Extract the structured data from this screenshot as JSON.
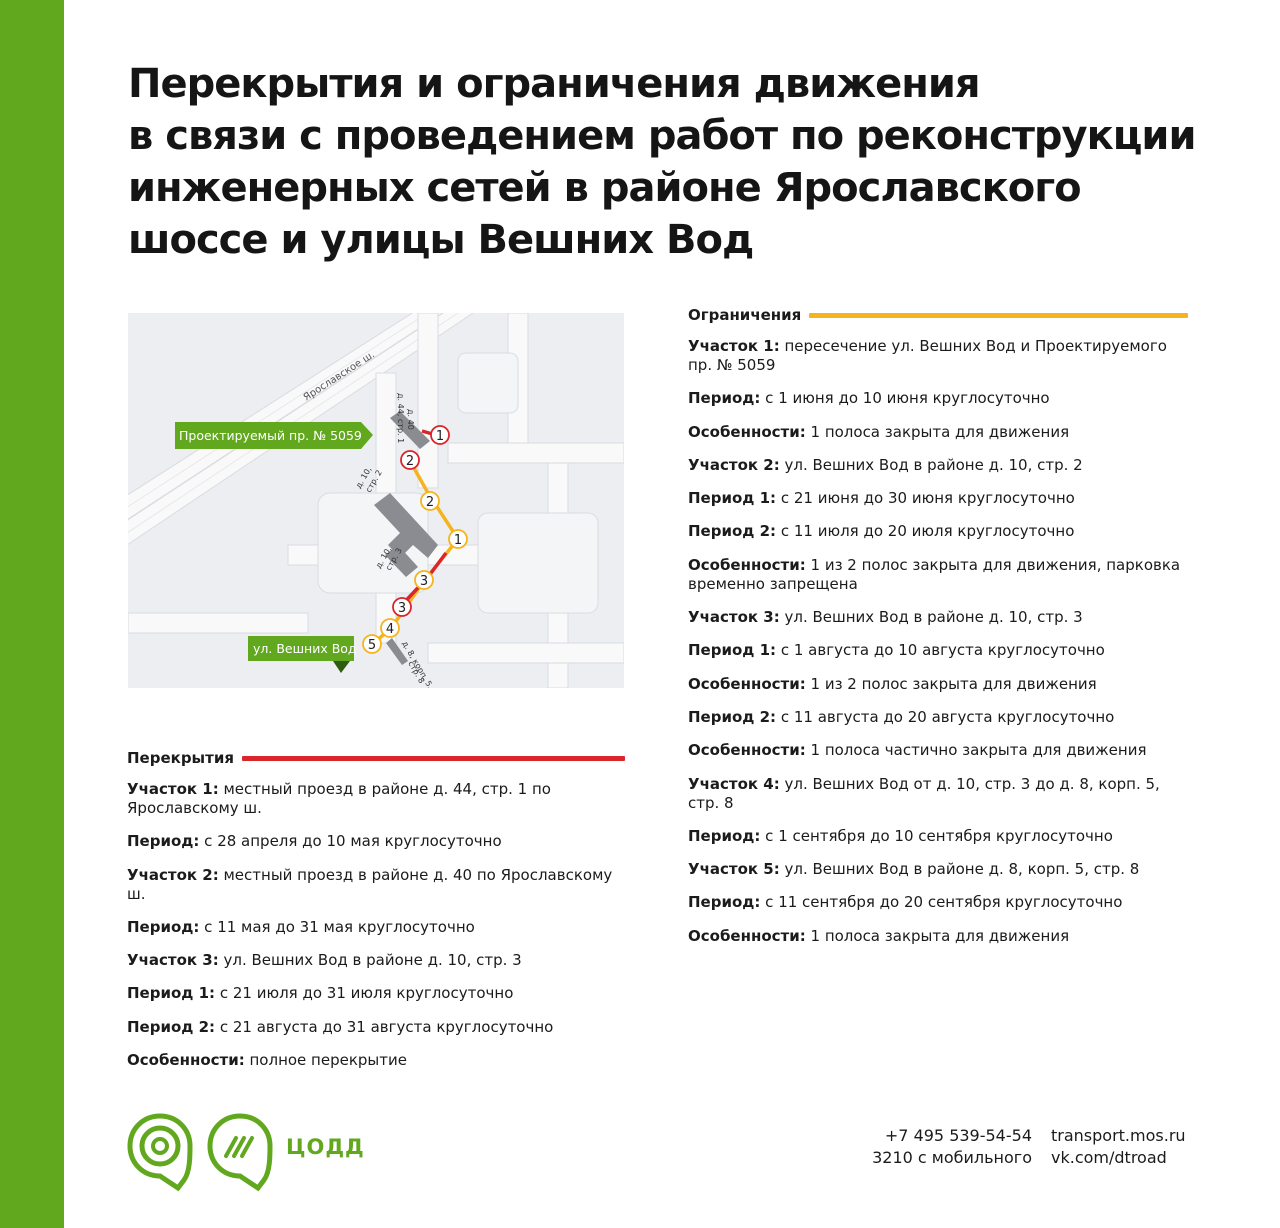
{
  "title_lines": [
    "Перекрытия и ограничения движения",
    "в связи с проведением работ по реконструкции",
    "инженерных сетей в районе Ярославского",
    "шоссе и улицы Вешних Вод"
  ],
  "map": {
    "road_label": "Ярославское ш.",
    "callout_projected": "Проектируемый пр. № 5059",
    "callout_street": "ул. Вешних Вод",
    "building_44": "д. 44, стр. 1",
    "building_40": "д. 40",
    "building_10_2a": "д. 10,",
    "building_10_2b": "стр. 2",
    "building_10_3a": "д. 10,",
    "building_10_3b": "стр. 3",
    "building_8a": "д. 8, корп. 5,",
    "building_8b": "стр. 8",
    "markers": {
      "red_1": "1",
      "red_2": "2",
      "red_3": "3",
      "yellow_1": "1",
      "yellow_2": "2",
      "yellow_3": "3",
      "yellow_4": "4",
      "yellow_5": "5"
    },
    "colors": {
      "closure": "#d8262c",
      "restriction": "#f5b41e",
      "brand": "#62a81f"
    }
  },
  "closures": {
    "heading": "Перекрытия",
    "entries": [
      {
        "label": "Участок 1:",
        "text": " местный проезд в районе д. 44, стр. 1 по Ярославскому ш."
      },
      {
        "label": "Период:",
        "text": " с 28 апреля до 10 мая круглосуточно"
      },
      {
        "label": "Участок 2:",
        "text": " местный проезд в районе д. 40 по Ярославскому ш."
      },
      {
        "label": "Период:",
        "text": " с 11 мая до 31 мая круглосуточно"
      },
      {
        "label": "Участок 3:",
        "text": " ул. Вешних Вод в районе д. 10, стр. 3"
      },
      {
        "label": "Период 1:",
        "text": " с 21 июля до 31 июля круглосуточно"
      },
      {
        "label": "Период 2:",
        "text": " с 21 августа до 31 августа круглосуточно"
      },
      {
        "label": "Особенности:",
        "text": " полное перекрытие"
      }
    ]
  },
  "restrictions": {
    "heading": "Ограничения",
    "entries": [
      {
        "label": "Участок 1:",
        "text": " пересечение ул. Вешних Вод и Проектируемого пр. № 5059"
      },
      {
        "label": "Период:",
        "text": " с 1 июня до 10 июня круглосуточно"
      },
      {
        "label": "Особенности:",
        "text": " 1 полоса закрыта для движения"
      },
      {
        "label": "Участок 2:",
        "text": " ул. Вешних Вод в районе д. 10, стр. 2"
      },
      {
        "label": "Период 1:",
        "text": " с 21 июня до 30 июня круглосуточно"
      },
      {
        "label": "Период 2:",
        "text": " с 11 июля до 20 июля круглосуточно"
      },
      {
        "label": "Особенности:",
        "text": " 1 из 2 полос закрыта для движения, парковка временно запрещена"
      },
      {
        "label": "Участок 3:",
        "text": " ул. Вешних Вод в районе д. 10, стр. 3"
      },
      {
        "label": "Период 1:",
        "text": " с 1 августа до 10 августа круглосуточно"
      },
      {
        "label": "Особенности:",
        "text": " 1 из 2 полос закрыта для движения"
      },
      {
        "label": "Период 2:",
        "text": " с 11 августа до 20 августа круглосуточно"
      },
      {
        "label": "Особенности:",
        "text": " 1 полоса частично закрыта для движения"
      },
      {
        "label": "Участок 4:",
        "text": " ул. Вешних Вод от д. 10, стр. 3 до д. 8, корп. 5, стр. 8"
      },
      {
        "label": "Период:",
        "text": " с 1 сентября до 10 сентября круглосуточно"
      },
      {
        "label": "Участок 5:",
        "text": " ул. Вешних Вод в районе д. 8, корп. 5, стр. 8"
      },
      {
        "label": "Период:",
        "text": " с 11 сентября до 20 сентября круглосуточно"
      },
      {
        "label": "Особенности:",
        "text": " 1 полоса закрыта для движения"
      }
    ]
  },
  "footer": {
    "logo_text": "ЦОДД",
    "phone": "+7 495 539-54-54",
    "short_number": "3210 с мобильного",
    "site": "transport.mos.ru",
    "vk": "vk.com/dtroad"
  }
}
